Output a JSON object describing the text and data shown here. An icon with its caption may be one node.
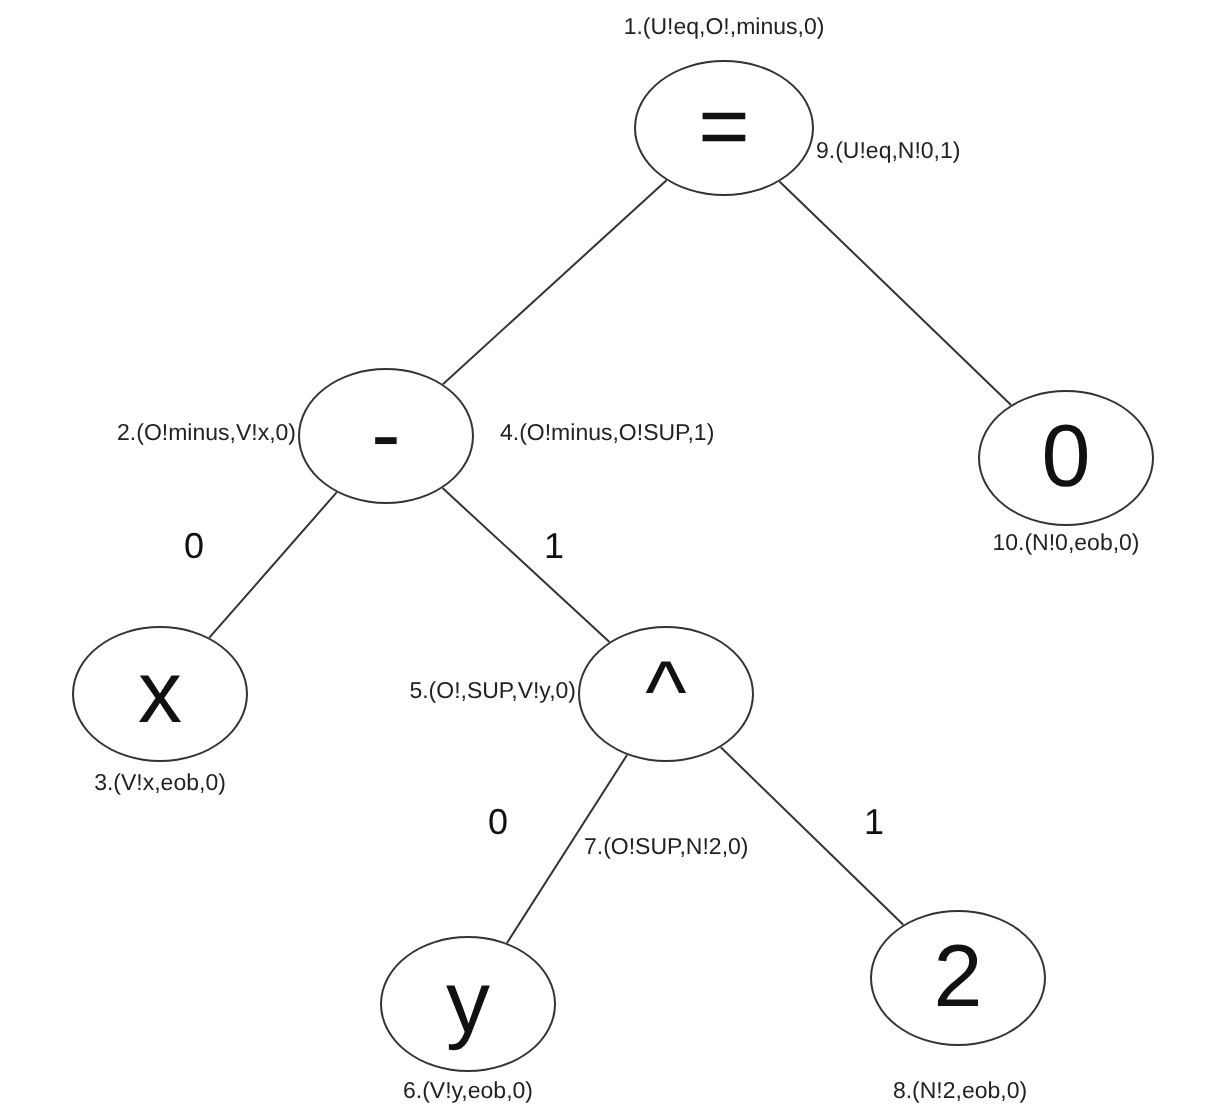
{
  "diagram": {
    "nodes": [
      {
        "text": [
          "="
        ],
        "beside": [
          "1.(U!eq,O!,minus,0)",
          "9.(U!eq,N!0,1)"
        ]
      },
      {
        "text": [
          "-"
        ],
        "beside": [
          "2.(O!minus,V!x,0)",
          "4.(O!minus,O!SUP,1)"
        ]
      },
      {
        "text": [
          "0"
        ],
        "beside": [
          "10.(N!0,eob,0)"
        ]
      },
      {
        "text": [
          "x"
        ],
        "beside": [
          "3.(V!x,eob,0)"
        ]
      },
      {
        "text": [
          "^"
        ],
        "beside": [
          "5.(O!,SUP,V!y,0)",
          "7.(O!SUP,N!2,0)"
        ]
      },
      {
        "text": [
          "y"
        ],
        "beside": [
          "6.(V!y,eob,0)"
        ]
      },
      {
        "text": [
          "2"
        ],
        "beside": [
          "8.(N!2,eob,0)"
        ]
      }
    ],
    "edges": [
      {
        "from": 0,
        "to": 1,
        "arrow": "none"
      },
      {
        "from": 0,
        "to": 2,
        "arrow": "none"
      },
      {
        "from": 1,
        "to": 3,
        "arrow": "none",
        "label": "0"
      },
      {
        "from": 1,
        "to": 4,
        "arrow": "none",
        "label": "1"
      },
      {
        "from": 4,
        "to": 5,
        "arrow": "none",
        "label": "0"
      },
      {
        "from": 4,
        "to": 6,
        "arrow": "none",
        "label": "1"
      }
    ]
  }
}
